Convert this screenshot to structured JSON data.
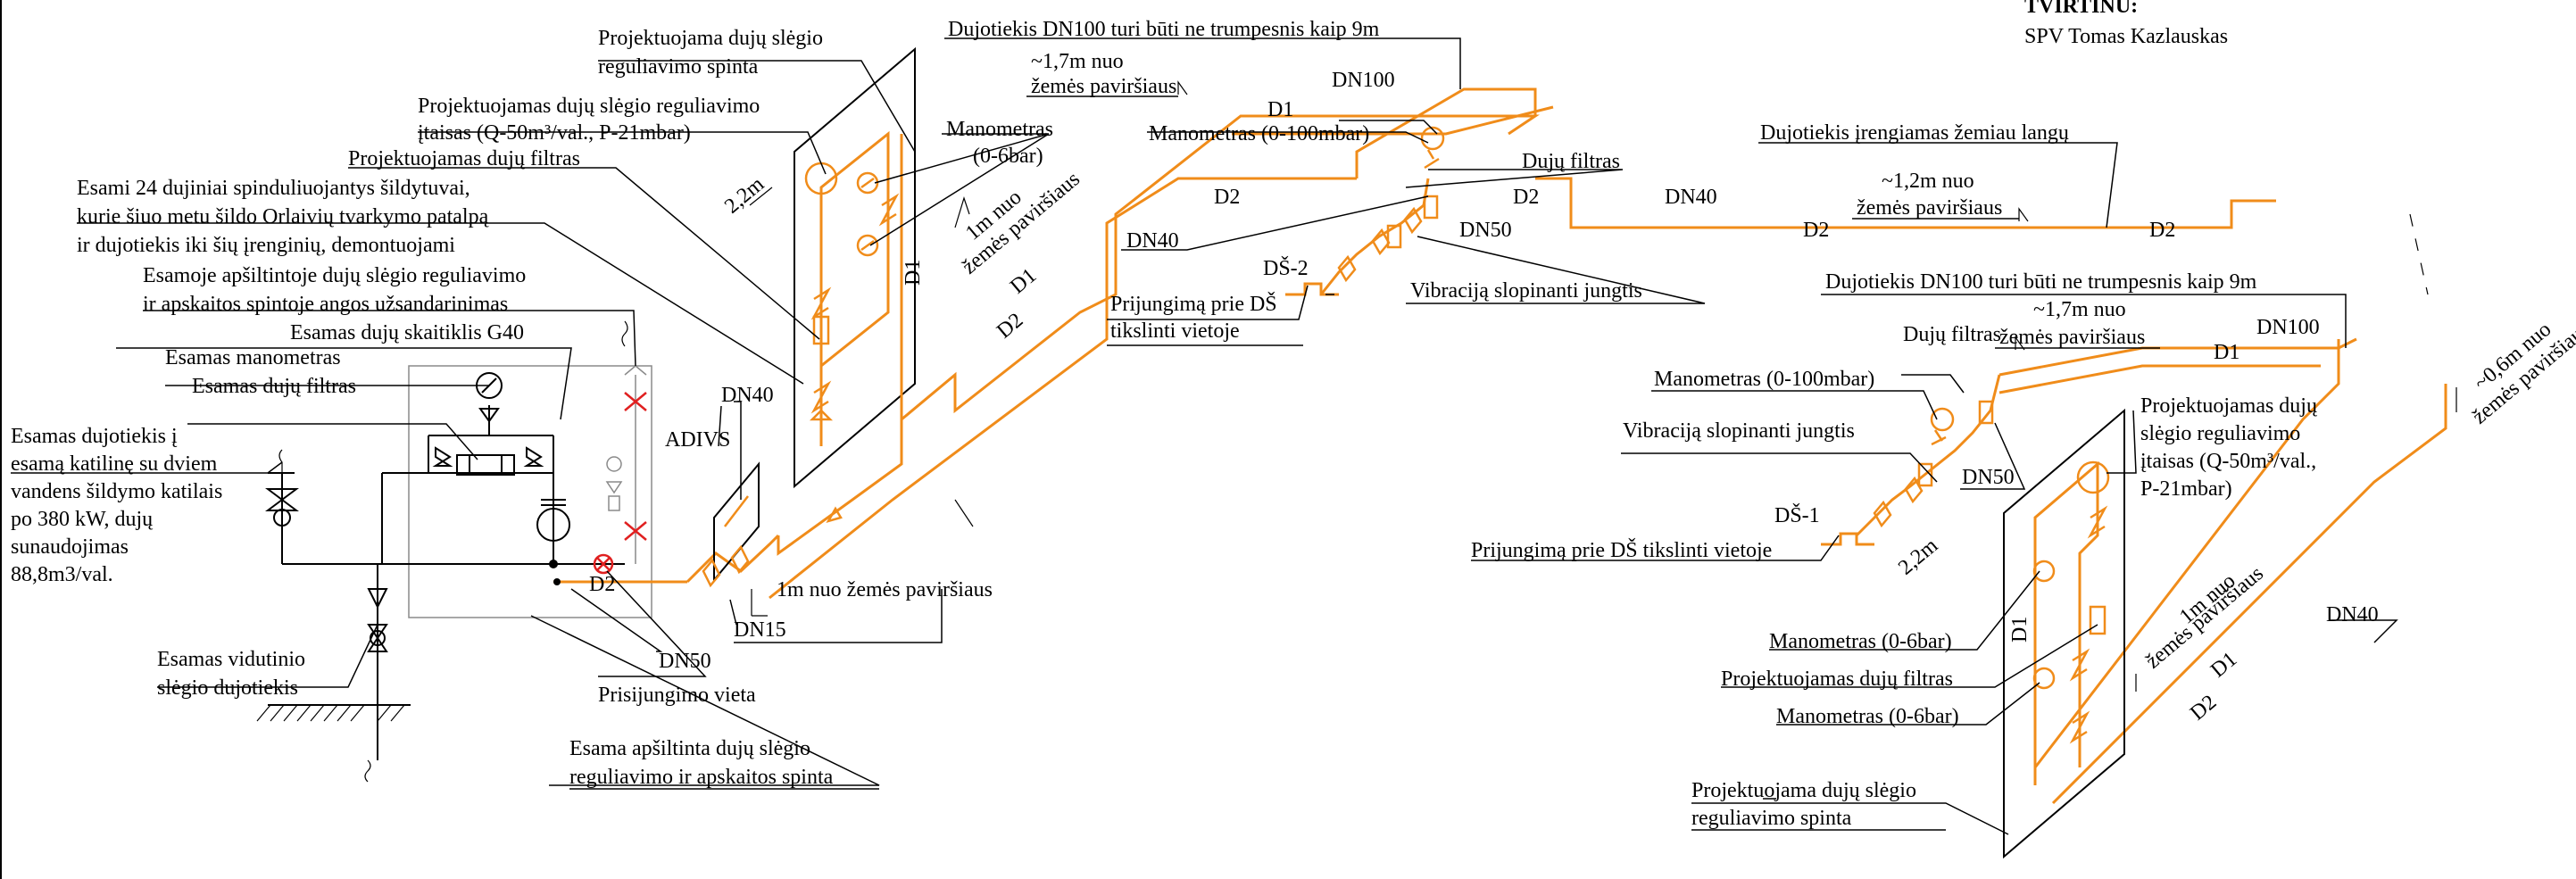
{
  "approval": {
    "title": "TVIRTINU:",
    "signer": "SPV  Tomas Kazlauskas"
  },
  "labels": {
    "proj_spinta_top": [
      "Projektuojama dujų slėgio",
      "reguliavimo spinta"
    ],
    "proj_itaisas_top": [
      "Projektuojamas dujų slėgio reguliavimo",
      "įtaisas (Q-50m³/val., P-21mbar)"
    ],
    "proj_filtras_top": "Projektuojamas dujų filtras",
    "manometras_top": [
      "Manometras",
      "(0-6bar)"
    ],
    "esami_sildytuvai": [
      "Esami 24 dujiniai spinduliuojantys šildytuvai,",
      "kurie šiuo metu šildo Orlaivių tvarkymo patalpą",
      "ir dujotiekis iki šių įrenginių, demontuojami"
    ],
    "esamoje_spintoje": [
      "Esamoje apšiltintoje dujų slėgio reguliavimo",
      "ir apskaitos spintoje angos užsandarinimas"
    ],
    "esamas_skaitiklis": "Esamas dujų skaitiklis G40",
    "esamas_manometras": "Esamas manometras",
    "esamas_filtras": "Esamas dujų filtras",
    "esamas_dujotiekis": [
      "Esamas dujotiekis į",
      "esamą katilinę su dviem",
      "vandens šildymo katilais",
      "po 380 kW, dujų",
      "sunaudojimas",
      "88,8m3/val."
    ],
    "vidutinio": [
      "Esamas vidutinio",
      "slėgio dujotiekis"
    ],
    "esama_spinta": [
      "Esama apšiltinta dujų slėgio",
      "reguliavimo ir apskaitos spinta"
    ],
    "prisijungimo": "Prisijungimo vieta",
    "dn50_bottom": "DN50",
    "d2_left": "D2",
    "adivs": "ADIVS",
    "dn15": "DN15",
    "depth_1m": "1m nuo žemės paviršiaus",
    "dn40_left": "DN40",
    "h22_left": "2,2m",
    "d1_vertical": "D1",
    "depth_1m_rot": [
      "1m nuo",
      "žemės paviršiaus"
    ],
    "d1_diag": "D1",
    "d2_diag": "D2",
    "dn40_mid": "DN40",
    "dn100_len_top": "Dujotiekis DN100 turi būti ne trumpesnis kaip 9m",
    "depth_17_top": [
      "~1,7m nuo",
      "žemės paviršiaus"
    ],
    "dn100_top": "DN100",
    "d1_top": "D1",
    "manometras_100_top": "Manometras (0-100mbar)",
    "filtras_top": "Dujų filtras",
    "d2_top_mid": "D2",
    "d2_top_right": "D2",
    "dn50_mid": "DN50",
    "ds2": "DŠ-2",
    "prijungima_ds2": [
      "Prijungimą prie DŠ",
      "tikslinti vietoje"
    ],
    "vibracija_top": "Vibraciją slopinanti jungtis",
    "zemiau_langu": "Dujotiekis įrengiamas žemiau langų",
    "dn40_right": "DN40",
    "d2_right1": "D2",
    "depth_12": [
      "~1,2m nuo",
      "žemės paviršiaus"
    ],
    "d2_right2": "D2",
    "dn100_len_bottom": "Dujotiekis DN100 turi būti ne trumpesnis kaip 9m",
    "depth_17_bottom": [
      "~1,7m nuo",
      "žemės paviršiaus"
    ],
    "dn100_bottom": "DN100",
    "d1_right": "D1",
    "filtras_right": "Dujų filtras",
    "manometras_100_right": "Manometras (0-100mbar)",
    "vibracija_right": "Vibraciją slopinanti jungtis",
    "dn50_right": "DN50",
    "ds1": "DŠ-1",
    "prijungima_ds1": "Prijungimą prie DŠ tikslinti vietoje",
    "proj_itaisas_right": [
      "Projektuojamas dujų",
      "slėgio reguliavimo",
      "įtaisas (Q-50m³/val.,",
      "P-21mbar)"
    ],
    "h22_right": "2,2m",
    "depth_06": [
      "~0,6m nuo",
      "žemės paviršiaus"
    ],
    "manometras_right_1": "Manometras (0-6bar)",
    "proj_filtras_right": "Projektuojamas dujų filtras",
    "manometras_right_2": "Manometras (0-6bar)",
    "d1_vertical_right": "D1",
    "depth_1m_rot_right": [
      "1m nuo",
      "žemės paviršiaus"
    ],
    "d1_diag_right": "D1",
    "d2_diag_right": "D2",
    "dn40_far_right": "DN40",
    "proj_spinta_bottom": [
      "Projektuojama dujų slėgio",
      "reguliavimo spinta"
    ]
  },
  "colors": {
    "new_pipe": "#f08c1a",
    "existing": "#000000",
    "demolish": "#e02020",
    "cabinet_gray": "#8a8a8a"
  }
}
